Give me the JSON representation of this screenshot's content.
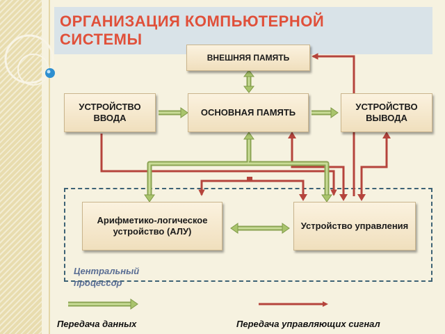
{
  "title": "ОРГАНИЗАЦИЯ КОМПЬЮТЕРНОЙ СИСТЕМЫ",
  "nodes": {
    "external_memory": "ВНЕШНЯЯ ПАМЯТЬ",
    "input_device": "УСТРОЙСТВО ВВОДА",
    "main_memory": "ОСНОВНАЯ ПАМЯТЬ",
    "output_device": "УСТРОЙСТВО ВЫВОДА",
    "alu": "Арифметико-логическое устройство (АЛУ)",
    "control_unit": "Устройство управления"
  },
  "cpu_label": "Центральный процессор",
  "legend": {
    "data_transfer": "Передача данных",
    "control_signals": "Передача  управляющих сигнал"
  },
  "colors": {
    "title": "#e0503a",
    "data_arrow": "#a9c46c",
    "control_arrow": "#b5443c",
    "cpu_frame": "#3d6275"
  }
}
